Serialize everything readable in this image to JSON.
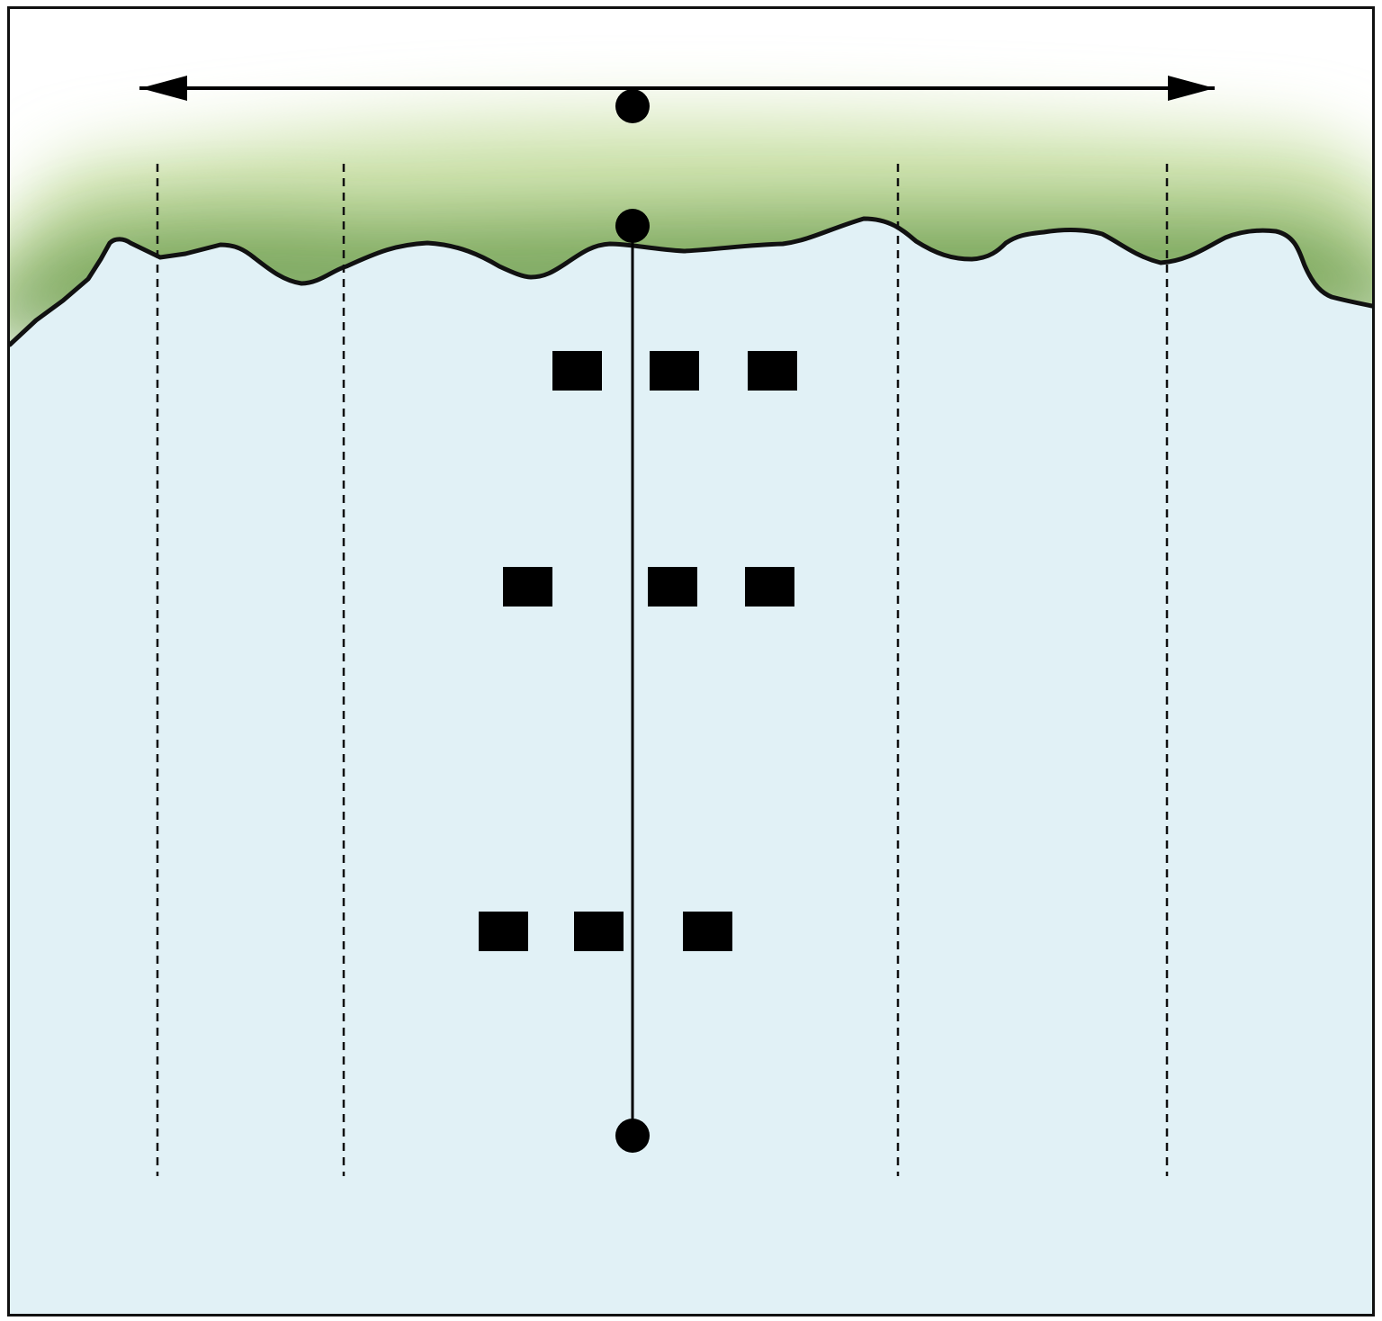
{
  "diagram": {
    "colors": {
      "water": "#e1f1f6",
      "shore_dark": "#3d7a22",
      "shore_light": "#cfe3ae",
      "ink": "#000000",
      "frame": "#111111",
      "paper": "#ffffff"
    },
    "elements": {
      "frame": "rectangle-border",
      "arrow": "double-headed-horizontal-arrow",
      "points": [
        "surface-point",
        "shoreline-point",
        "bottom-point"
      ],
      "transect_line": "vertical-solid-line",
      "dashed_lines": 4,
      "block_rows": [
        3,
        3,
        3
      ]
    }
  }
}
